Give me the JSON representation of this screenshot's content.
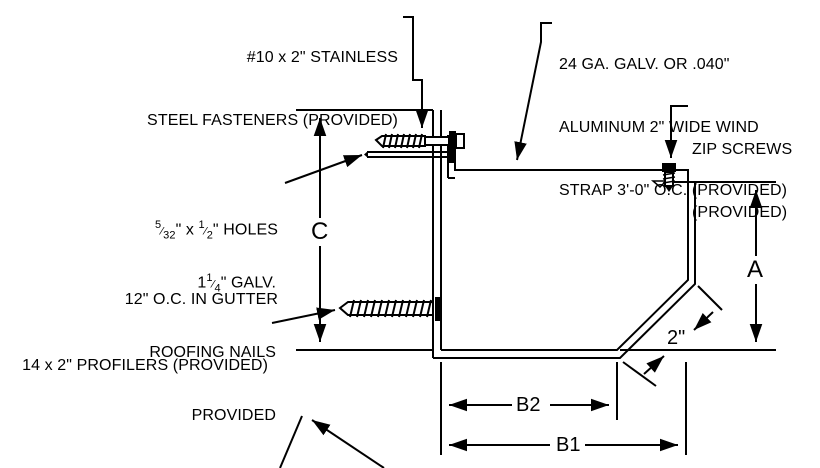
{
  "callouts": {
    "fasteners": {
      "line1": "#10 x 2\" STAINLESS",
      "line2": "STEEL FASTENERS (PROVIDED)"
    },
    "wind_strap": {
      "line1": "24 GA. GALV. OR .040\"",
      "line2": "ALUMINUM 2\" WIDE WIND",
      "line3": "STRAP 3'-0\" O.C. (PROVIDED)"
    },
    "zip_screws": {
      "line1": "ZIP SCREWS",
      "line2": "(PROVIDED)"
    },
    "holes": {
      "frac_num": "5",
      "frac_den": "32",
      "mid": "\" x ",
      "frac2_num": "1",
      "frac2_den": "2",
      "tail": "\" HOLES",
      "line2": "12\" O.C. IN GUTTER"
    },
    "nails": {
      "whole": "1",
      "frac_num": "1",
      "frac_den": "4",
      "tail": "\" GALV.",
      "line2": "ROOFING NAILS",
      "line3": "PROVIDED"
    },
    "profilers": {
      "line1": "14 x 2\" PROFILERS (PROVIDED)"
    }
  },
  "dimensions": {
    "c": "C",
    "a": "A",
    "two_inch": "2\"",
    "b2": "B2",
    "b1": "B1"
  },
  "colors": {
    "ink": "#000000",
    "background": "#ffffff"
  }
}
